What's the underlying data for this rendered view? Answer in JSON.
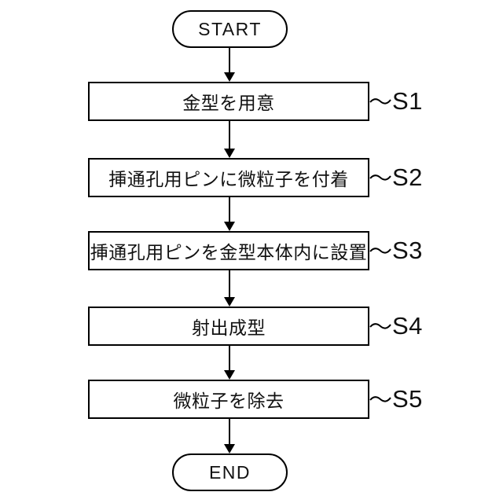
{
  "flowchart": {
    "start_label": "START",
    "end_label": "END",
    "steps": [
      {
        "text": "金型を用意",
        "label": "S1"
      },
      {
        "text": "挿通孔用ピンに微粒子を付着",
        "label": "S2"
      },
      {
        "text": "挿通孔用ピンを金型本体内に設置",
        "label": "S3"
      },
      {
        "text": "射出成型",
        "label": "S4"
      },
      {
        "text": "微粒子を除去",
        "label": "S5"
      }
    ],
    "colors": {
      "line": "#000000",
      "background": "#ffffff",
      "text": "#111111"
    }
  }
}
